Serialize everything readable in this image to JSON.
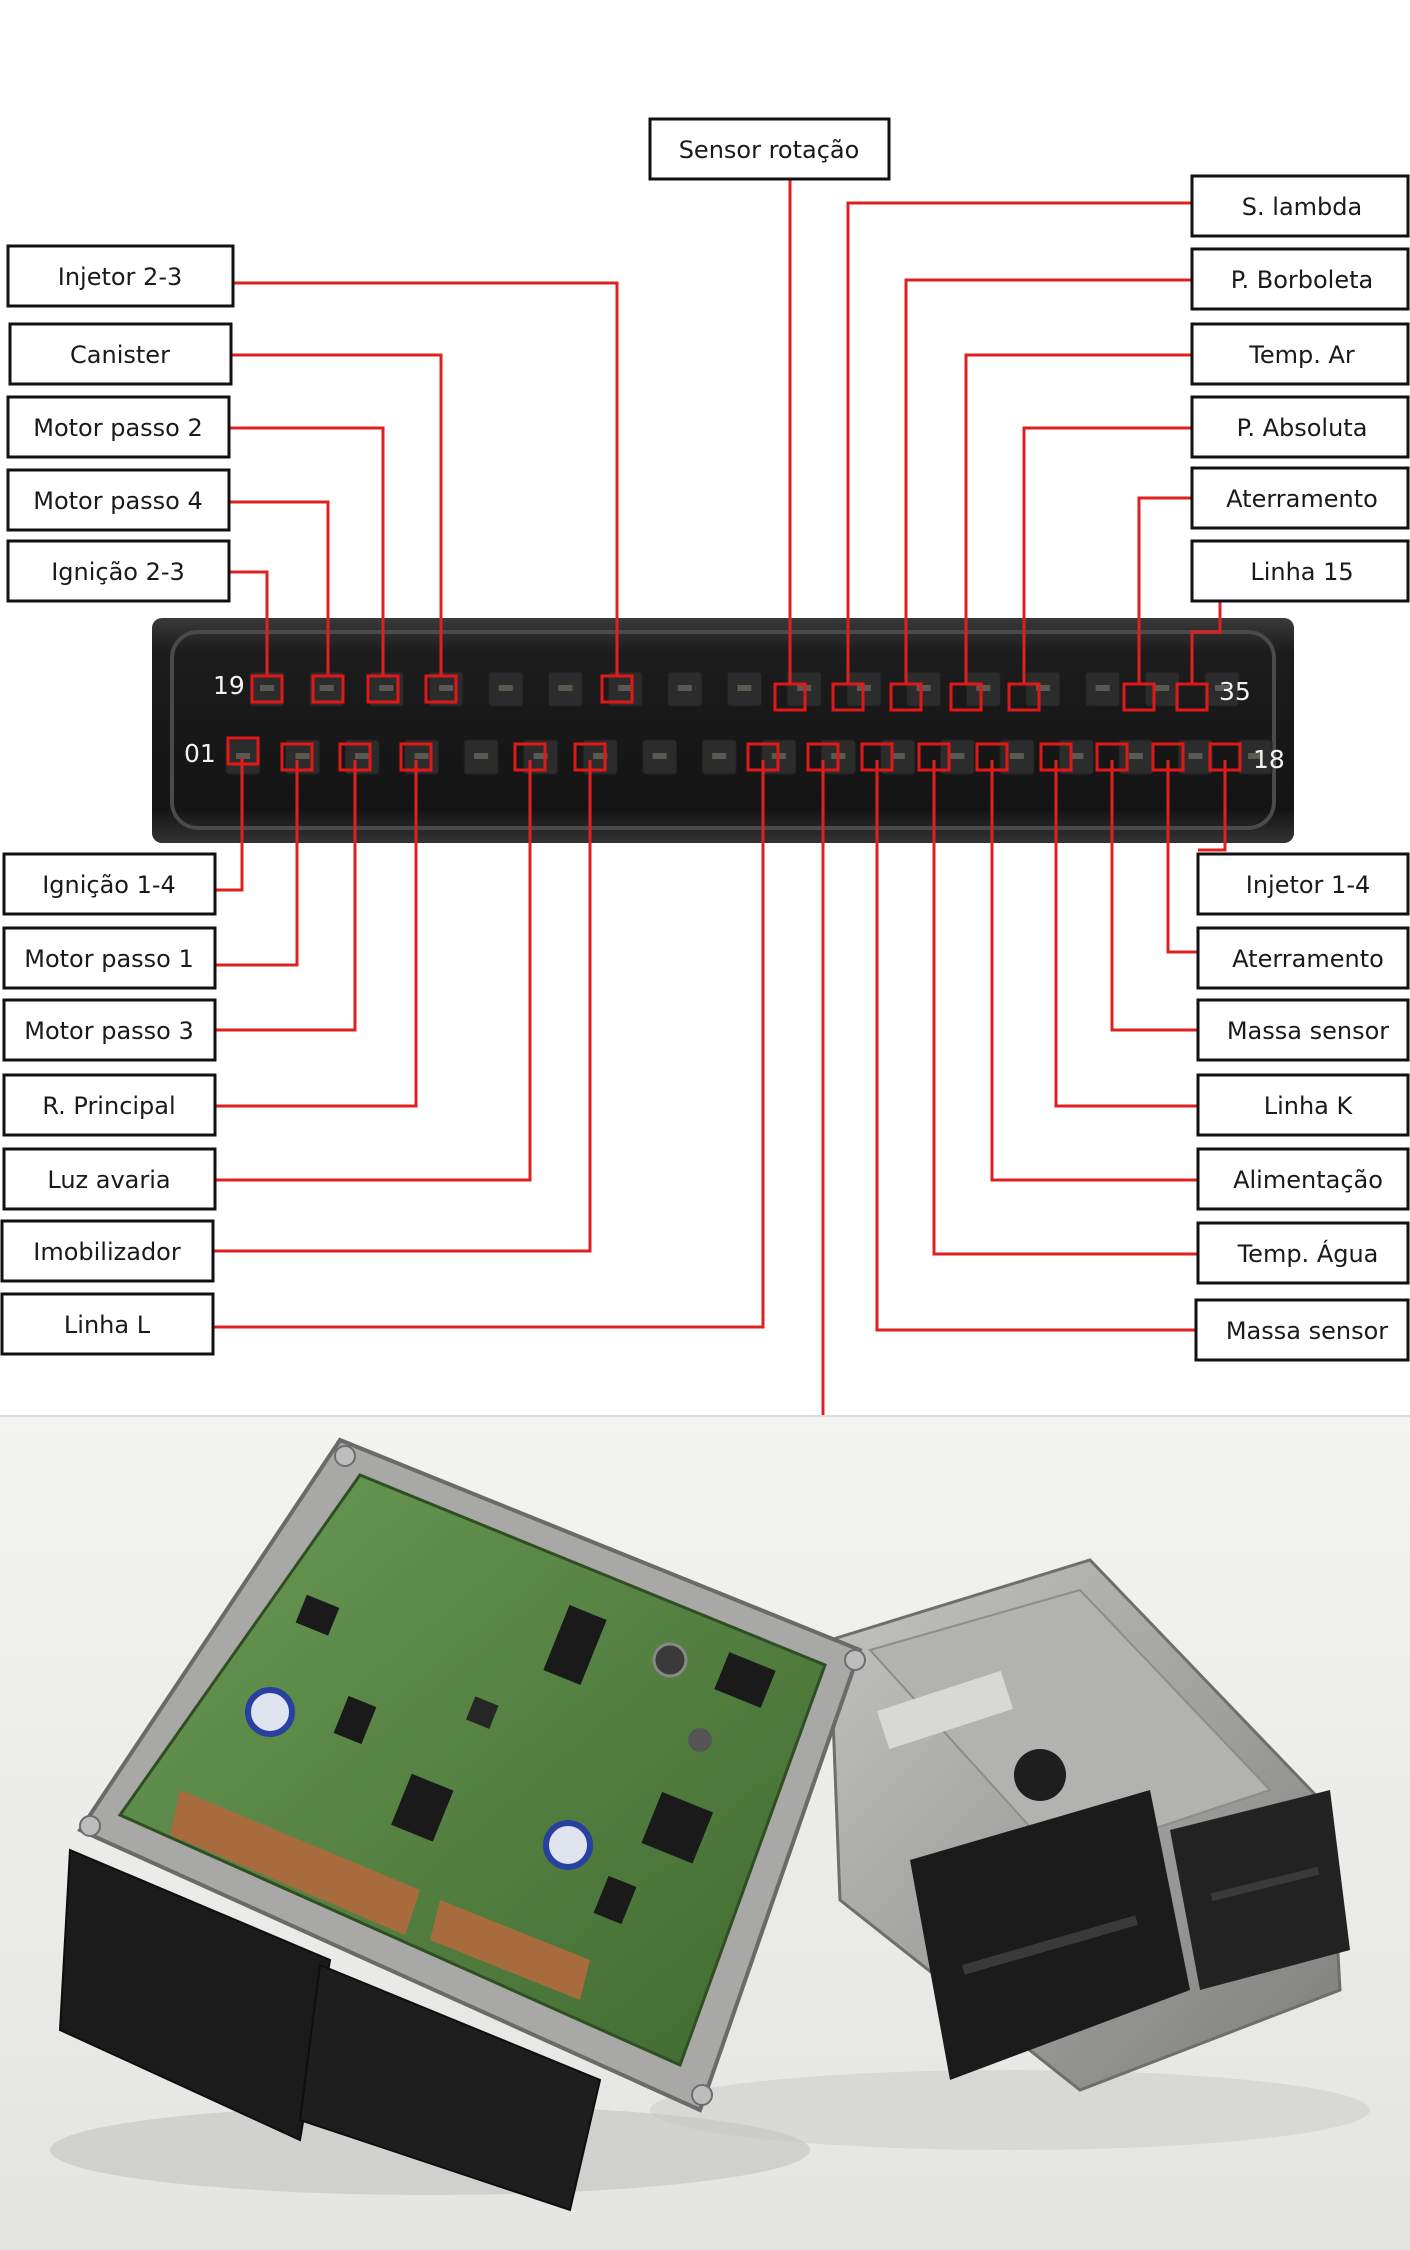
{
  "diagram": {
    "pin_numbers": {
      "top_left": "19",
      "top_right": "35",
      "bottom_left": "01",
      "bottom_right": "18"
    },
    "labels": {
      "sensor_rotacao": "Sensor rotação",
      "s_lambda": "S. lambda",
      "injetor_2_3": "Injetor 2-3",
      "p_borboleta": "P. Borboleta",
      "canister": "Canister",
      "temp_ar": "Temp. Ar",
      "motor_passo_2": "Motor passo 2",
      "p_absoluta": "P. Absoluta",
      "motor_passo_4": "Motor passo 4",
      "aterramento_top": "Aterramento",
      "ignicao_2_3": "Ignição 2-3",
      "linha_15": "Linha 15",
      "ignicao_1_4": "Ignição 1-4",
      "injetor_1_4": "Injetor 1-4",
      "motor_passo_1": "Motor passo 1",
      "aterramento_bottom": "Aterramento",
      "motor_passo_3": "Motor passo 3",
      "massa_sensor_1": "Massa sensor",
      "r_principal": "R. Principal",
      "linha_k": "Linha K",
      "luz_avaria": "Luz avaria",
      "alimentacao": "Alimentação",
      "imobilizador": "Imobilizador",
      "temp_agua": "Temp. Água",
      "linha_l": "Linha L",
      "massa_sensor_2": "Massa sensor"
    }
  },
  "colors": {
    "wire": "#e02020",
    "connector_body": "#1e1e1e",
    "ecu_board": "#4f7a3c",
    "ecu_housing": "#9a9a9a"
  }
}
